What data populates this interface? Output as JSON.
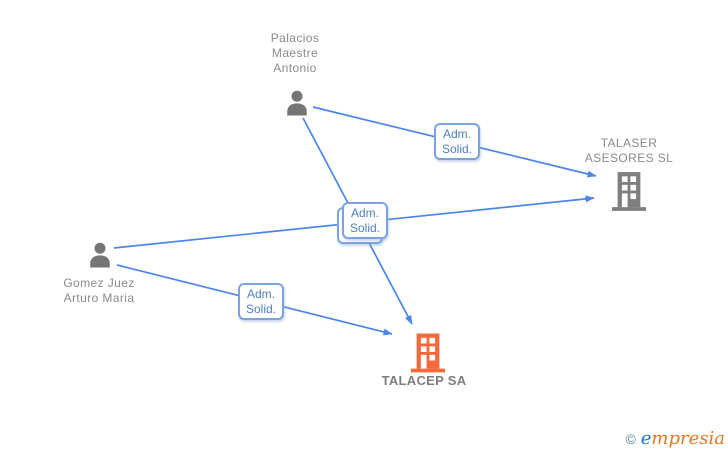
{
  "diagram": {
    "nodes": [
      {
        "id": "palacios-maestre-antonio",
        "type": "person",
        "label": "Palacios\nMaestre\nAntonio"
      },
      {
        "id": "gomez-juez-arturo-maria",
        "type": "person",
        "label": "Gomez Juez\nArturo Maria"
      },
      {
        "id": "talaser-asesores-sl",
        "type": "company",
        "label": "TALASER\nASESORES SL"
      },
      {
        "id": "talacep-sa",
        "type": "company",
        "label": "TALACEP SA",
        "highlighted": true
      }
    ],
    "edges": [
      {
        "from": "palacios-maestre-antonio",
        "to": "talaser-asesores-sl",
        "label": "Adm.\nSolid."
      },
      {
        "from": "palacios-maestre-antonio",
        "to": "talacep-sa",
        "label": "Adm.\nSolid."
      },
      {
        "from": "gomez-juez-arturo-maria",
        "to": "talaser-asesores-sl",
        "label": "Adm.\nSolid."
      },
      {
        "from": "gomez-juez-arturo-maria",
        "to": "talacep-sa",
        "label": "Adm.\nSolid."
      }
    ],
    "colors": {
      "edge": "#4a86e8",
      "edge_label_border": "#7aa3e0",
      "edge_label_text": "#4d7fc0",
      "person_icon": "#757575",
      "company_icon": "#7f7f7f",
      "company_icon_highlight": "#f8683a",
      "node_label_text": "#8a8a8a",
      "highlight_label_text": "#7d7d7d",
      "window": "#ffffff"
    }
  },
  "footer": {
    "copyright_symbol": "©",
    "brand_first_letter": "e",
    "brand_rest": "mpresia"
  }
}
